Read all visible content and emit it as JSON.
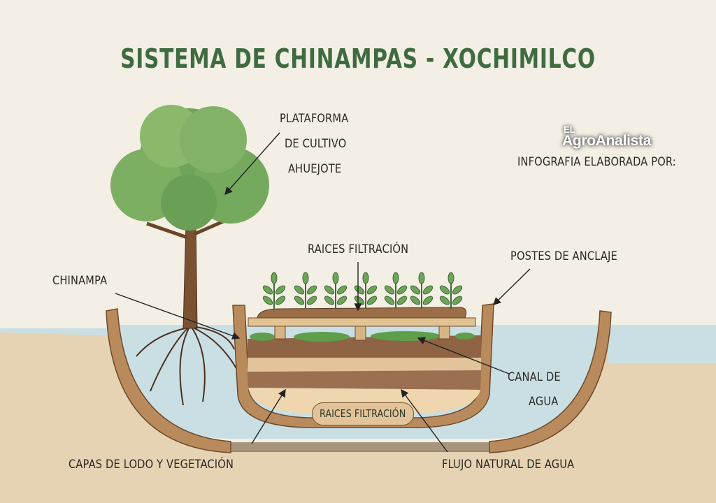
{
  "title": "SISTEMA DE CHINAMPAS - XOCHIMILCO",
  "logo": {
    "prefix": "EL",
    "name": "AgroAnalista",
    "credit": "INFOGRAFIA ELABORADA POR:"
  },
  "labels": {
    "platform_line1": "PLATAFORMA",
    "platform_line2": "DE CULTIVO",
    "platform_line3": "AHUEJOTE",
    "roots_top": "RAICES FILTRACIÓN",
    "posts": "POSTES DE ANCLAJE",
    "chinampa": "CHINAMPA",
    "canal_line1": "CANAL DE",
    "canal_line2": "AGUA",
    "layers": "CAPAS DE LODO Y VEGETACIÓN",
    "flow": "FLUJO NATURAL DE AGUA",
    "roots_bottom": "RAICES FILTRACIÓN"
  },
  "colors": {
    "title": "#3f6b41",
    "water": "#c9dfe4",
    "soil": "#8a6240",
    "background": "#f3efe4"
  }
}
